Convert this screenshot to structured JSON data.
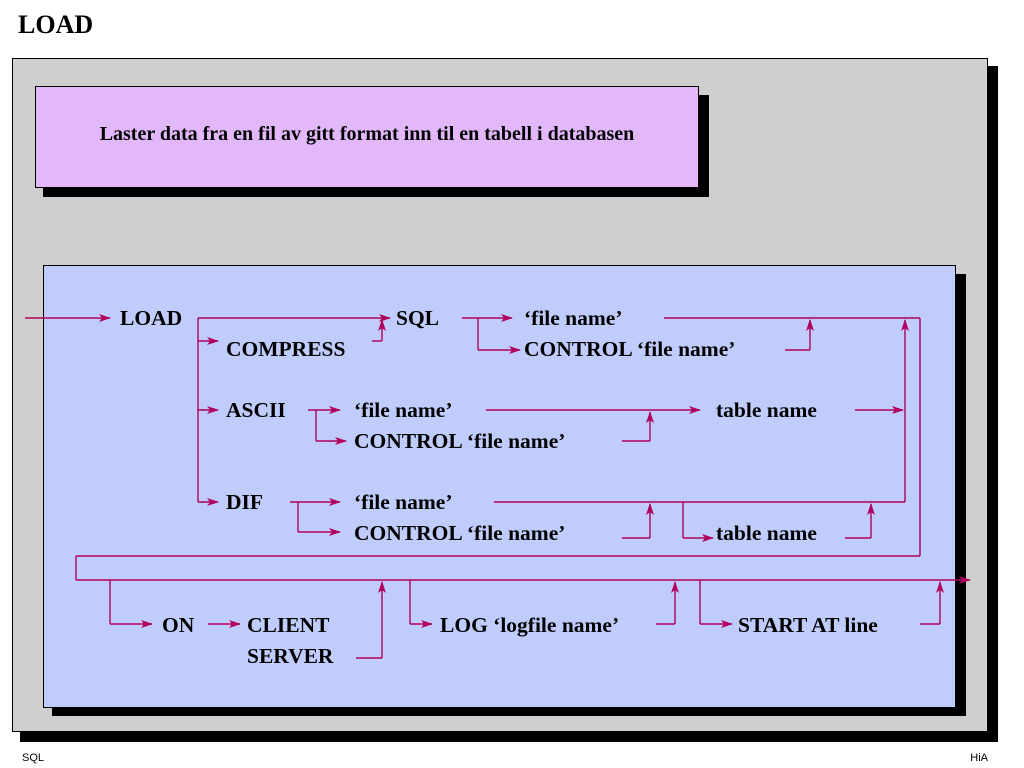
{
  "title": "LOAD",
  "description": "Laster data fra en fil av gitt format inn til en tabell i databasen",
  "diagram": {
    "load": "LOAD",
    "compress": "COMPRESS",
    "sql": "SQL",
    "sql_file": "‘file name’",
    "sql_control": "CONTROL ‘file name’",
    "ascii": "ASCII",
    "ascii_file": "‘file name’",
    "ascii_control": "CONTROL ‘file name’",
    "ascii_table": "table name",
    "dif": "DIF",
    "dif_file": "‘file name’",
    "dif_control": "CONTROL ‘file name’",
    "dif_table": "table name",
    "on": "ON",
    "client": "CLIENT",
    "server": "SERVER",
    "log": "LOG ‘logfile name’",
    "start": "START AT line"
  },
  "colors": {
    "line": "#b0005c"
  },
  "footer": {
    "left": "SQL",
    "right": "HiA"
  }
}
